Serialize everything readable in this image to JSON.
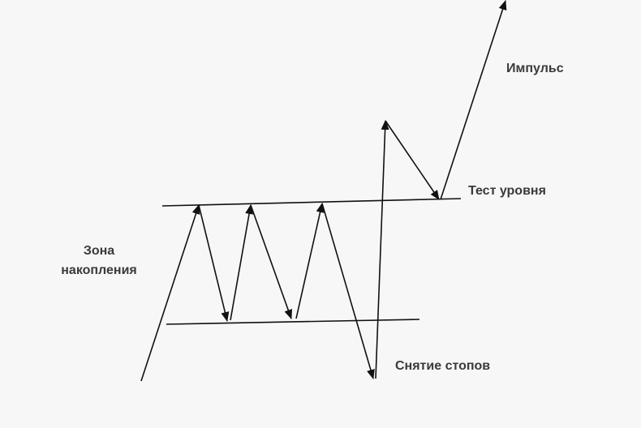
{
  "labels": {
    "impulse": "Импульс",
    "level_test": "Тест уровня",
    "accumulation_zone_line1": "Зона",
    "accumulation_zone_line2": "накопления",
    "stop_hunt": "Снятие стопов"
  },
  "colors": {
    "background": "#f7f7f7",
    "line": "#111111",
    "text": "#3a3a3a"
  }
}
